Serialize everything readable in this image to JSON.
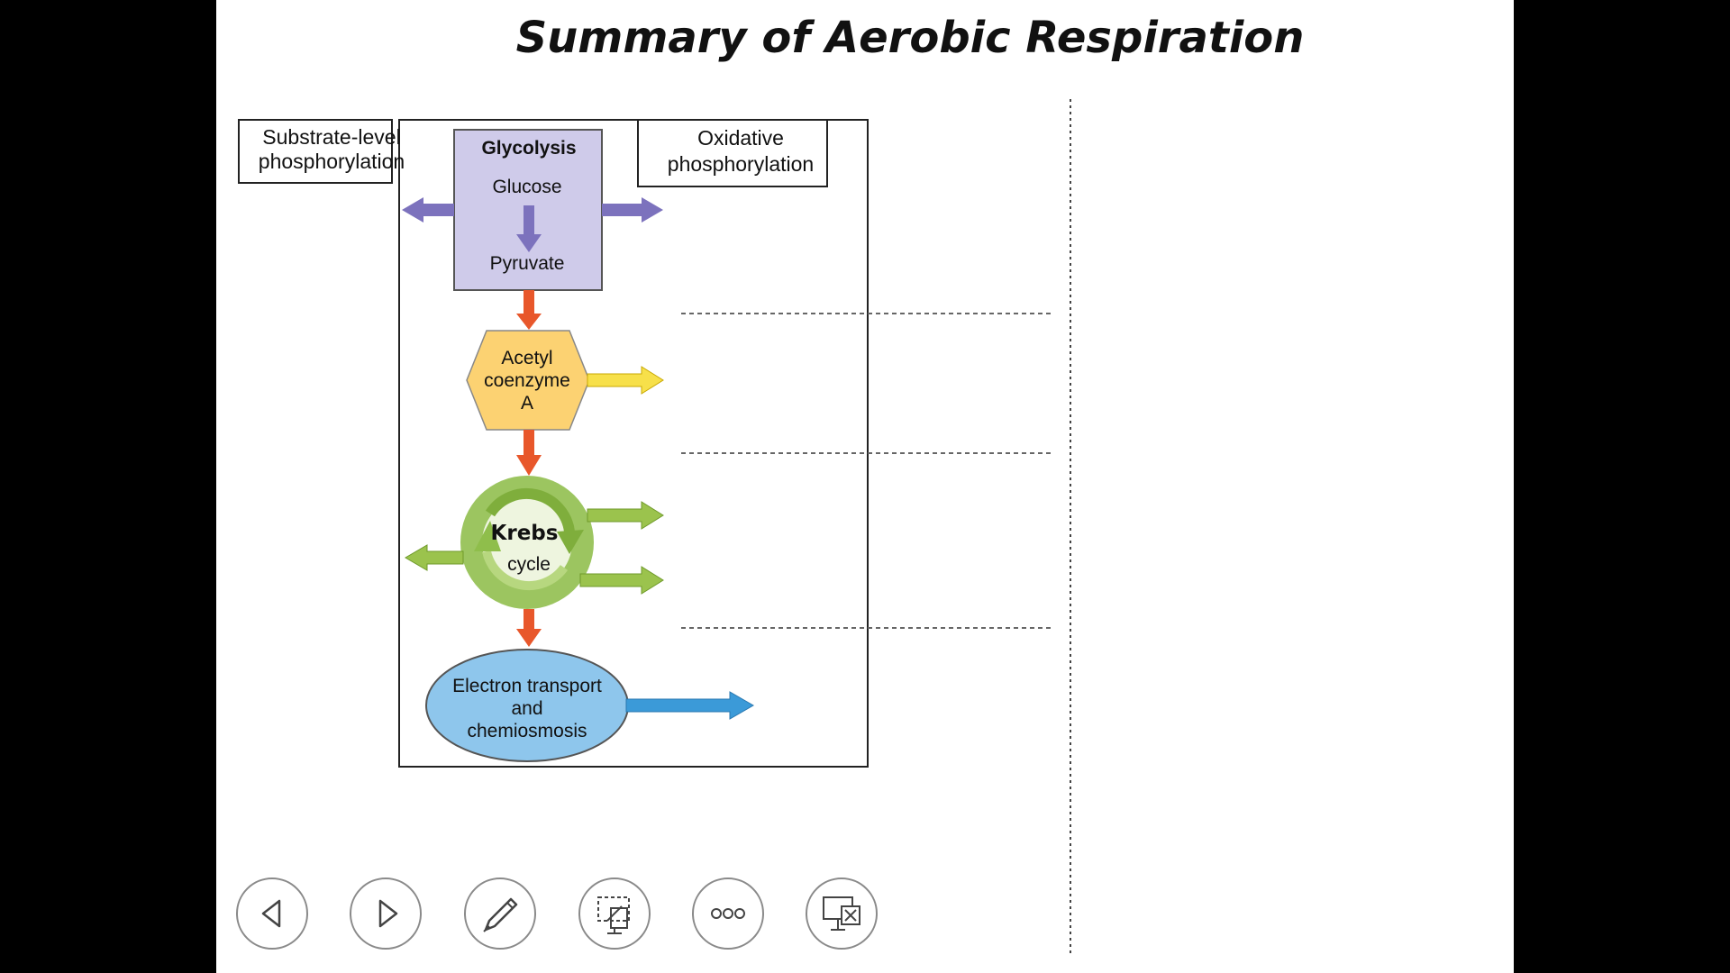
{
  "slide": {
    "title": "Summary of Aerobic Respiration"
  },
  "diagram": {
    "substrate_label_line1": "Substrate-level",
    "substrate_label_line2": "phosphorylation",
    "oxidative_label_line1": "Oxidative",
    "oxidative_label_line2": "phosphorylation",
    "glycolysis_title": "Glycolysis",
    "glucose": "Glucose",
    "pyruvate": "Pyruvate",
    "acetyl_line1": "Acetyl",
    "acetyl_line2": "coenzyme",
    "acetyl_line3": "A",
    "krebs_line1": "Krebs",
    "krebs_line2": "cycle",
    "etc_line1": "Electron transport",
    "etc_line2": "and",
    "etc_line3": "chemiosmosis"
  },
  "colors": {
    "glycolysis_fill": "#cfcbea",
    "glycolysis_arrow": "#7c72bd",
    "flow_arrow": "#e8572b",
    "acetyl_fill": "#fcd272",
    "acetyl_arrow": "#f7e04a",
    "krebs_ring": "#9cc560",
    "krebs_arrow": "#9bc34d",
    "etc_fill": "#8ec6ec",
    "etc_arrow": "#3b9ad8"
  },
  "toolbar": {
    "buttons": [
      {
        "name": "previous-slide",
        "icon": "triangle-left-icon"
      },
      {
        "name": "next-slide",
        "icon": "triangle-right-icon"
      },
      {
        "name": "pen",
        "icon": "pen-icon"
      },
      {
        "name": "see-all-slides",
        "icon": "slides-icon"
      },
      {
        "name": "more-options",
        "icon": "more-icon"
      },
      {
        "name": "end-show",
        "icon": "end-show-icon"
      }
    ]
  }
}
